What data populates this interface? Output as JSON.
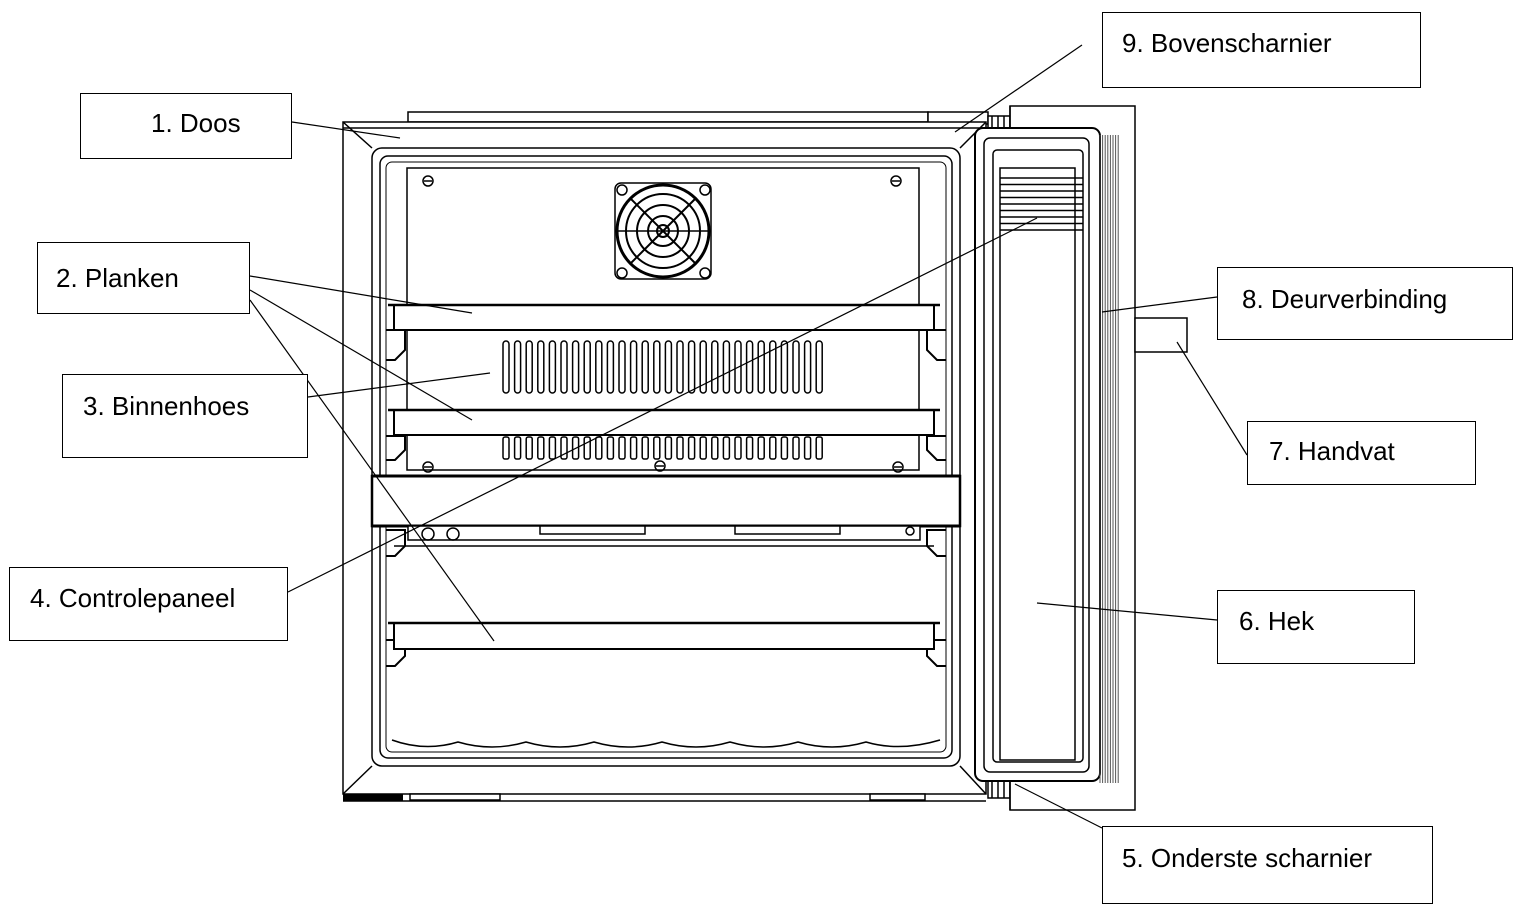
{
  "labels": {
    "doos": "1.   Doos",
    "planken": "2. Planken",
    "binnenhoes": "3. Binnenhoes",
    "controlepaneel": "4. Controlepaneel",
    "onderste_scharnier": "5. Onderste scharnier",
    "hek": "6. Hek",
    "handvat": "7. Handvat",
    "deurverbinding": "8. Deurverbinding",
    "bovenscharnier": "9. Bovenscharnier"
  },
  "colors": {
    "line": "#000000",
    "fill": "#ffffff",
    "seal": "#555555"
  }
}
